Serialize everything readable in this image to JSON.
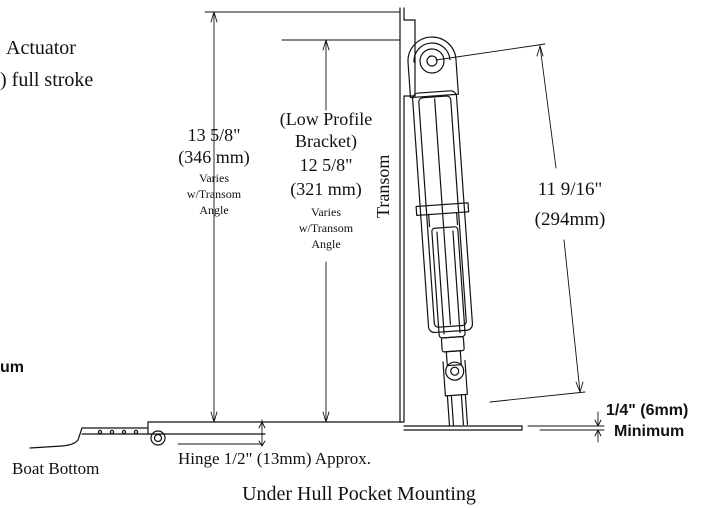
{
  "diagram": {
    "caption": "Under Hull Pocket Mounting",
    "actuator_note": {
      "line1": "Actuator",
      "line2": ") full stroke"
    },
    "standard_height": {
      "imperial": "13 5/8\"",
      "metric": "(346 mm)",
      "note_lines": [
        "Varies",
        "w/Transom",
        "Angle"
      ]
    },
    "low_profile_height": {
      "bracket_lines": [
        "(Low Profile",
        "Bracket)"
      ],
      "imperial": "12 5/8\"",
      "metric": "(321 mm)",
      "note_lines": [
        "Varies",
        "w/Transom",
        "Angle"
      ]
    },
    "transom_label": "Transom",
    "stroke_length": {
      "imperial": "11 9/16\"",
      "metric": "(294mm)"
    },
    "clearance": {
      "value": "1/4\" (6mm)",
      "qualifier": "Minimum"
    },
    "left_cut_label": "um",
    "boat_bottom_label": "Boat Bottom",
    "hinge_label": "Hinge 1/2\" (13mm) Approx.",
    "colors": {
      "line": "#111111",
      "background": "#ffffff"
    }
  }
}
